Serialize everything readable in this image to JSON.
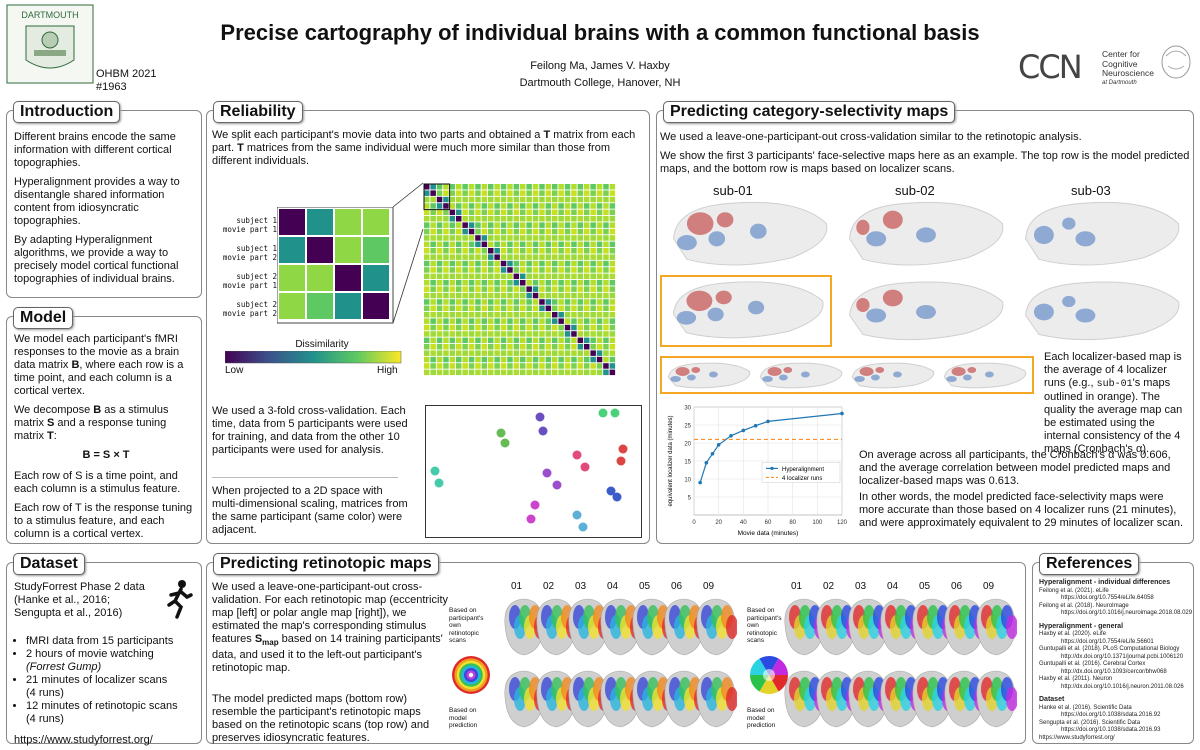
{
  "header": {
    "title": "Precise cartography of individual brains with a common functional basis",
    "authors": "Feilong Ma, James V. Haxby",
    "affiliation": "Dartmouth College, Hanover, NH",
    "conference": "OHBM 2021",
    "poster_id": "#1963",
    "logo_left_text": "DARTMOUTH",
    "logo_right_letters": "CCN",
    "logo_right_text_1": "Center for",
    "logo_right_text_2": "Cognitive",
    "logo_right_text_3": "Neuroscience",
    "logo_right_text_4": "at Dartmouth"
  },
  "introduction": {
    "title": "Introduction",
    "p1": "Different brains encode the same information with different cortical topographies.",
    "p2": "Hyperalignment provides a way to disentangle shared information content from idiosyncratic topographies.",
    "p3": "By adapting Hyperalignment algorithms, we provide a way to precisely model cortical functional topographies of individual brains."
  },
  "model": {
    "title": "Model",
    "p1a": "We model each participant's fMRI responses to the movie as a brain data matrix ",
    "p1b": "B",
    "p1c": ", where each row is a time point, and each column is a cortical vertex.",
    "p2a": "We decompose ",
    "p2b": "B",
    "p2c": " as a stimulus matrix ",
    "p2d": "S",
    "p2e": " and a response tuning matrix ",
    "p2f": "T",
    "p2g": ":",
    "equation": "B = S × T",
    "p3": "Each row of S is a time point, and each column is a stimulus feature.",
    "p4": "Each row of T is the response tuning to a stimulus feature, and each column is a cortical vertex."
  },
  "dataset": {
    "title": "Dataset",
    "p1": "StudyForrest Phase 2 data (Hanke et al., 2016; Sengupta et al., 2016)",
    "bullets": [
      "fMRI data from 15 participants",
      "2 hours of movie watching",
      "(Forrest Gump)",
      "21 minutes of localizer scans",
      "(4 runs)",
      "12 minutes of retinotopic scans",
      "(4 runs)"
    ],
    "url": "https://www.studyforrest.org/"
  },
  "reliability": {
    "title": "Reliability",
    "p1a": "We split each participant's movie data into two parts and obtained a ",
    "p1b": "T",
    "p1c": " matrix from each part. ",
    "p1d": "T",
    "p1e": " matrices from the same individual were much more similar than those from different individuals.",
    "row_labels": [
      "subject 1 movie part 1",
      "subject 1 movie part 2",
      "subject 2 movie part 1",
      "subject 2 movie part 2"
    ],
    "row_labels_l1": [
      "subject 1",
      "subject 1",
      "subject 2",
      "subject 2"
    ],
    "row_labels_l2": [
      "movie part 1",
      "movie part 2",
      "movie part 1",
      "movie part 2"
    ],
    "colorbar_label": "Dissimilarity",
    "colorbar_low": "Low",
    "colorbar_high": "High",
    "p2": "We used a 3-fold cross-validation. Each time, data from 5 participants were used for training, and data from the other 10 participants were used for analysis.",
    "p3": "When projected to a 2D space with multi-dimensional scaling, matrices from the same participant (same color) were adjacent."
  },
  "retinotopic": {
    "title": "Predicting retinotopic maps",
    "p1a": "We used a leave-one-participant-out cross-validation. For each retinotopic map (eccentricity map [left] or polar angle map [right]), we estimated the map's corresponding stimulus features ",
    "p1b": "S",
    "p1c": "map",
    "p1d": " based on 14 training participants' data, and used it to the left-out participant's retinotopic map.",
    "p2": "The model predicted maps (bottom row) resemble the participant's retinotopic maps based on the retinotopic scans (top row) and preserves idiosyncratic features.",
    "subject_ids": [
      "01",
      "02",
      "03",
      "04",
      "05",
      "06",
      "09"
    ],
    "label_top": "Based on participant's own retinotopic scans",
    "label_top_l1": "Based on",
    "label_top_l2": "participant's",
    "label_top_l3": "own",
    "label_top_l4": "retinotopic",
    "label_top_l5": "scans",
    "label_bottom_l1": "Based on",
    "label_bottom_l2": "model",
    "label_bottom_l3": "prediction"
  },
  "category": {
    "title": "Predicting category-selectivity maps",
    "p1": "We used a leave-one-participant-out cross-validation similar to the retinotopic analysis.",
    "p2": "We show the first 3 participants' face-selective maps here as an example. The top row is the model predicted maps, and the bottom row is maps based on localizer scans.",
    "subjects": [
      "sub-01",
      "sub-02",
      "sub-03"
    ],
    "p3a": "Each localizer-based map is the average of 4 localizer runs (e.g., ",
    "p3b": "sub-01",
    "p3c": "'s maps outlined in orange). The quality the average map can be estimated using the internal consistency of the 4 maps (Cronbach's α).",
    "p4": "On average across all participants, the Cronbach's α was 0.606, and the average correlation between model predicted maps and localizer-based maps was 0.613.",
    "p5": "In other words, the model predicted face-selectivity maps were more accurate than those based on 4 localizer runs (21 minutes), and were approximately equivalent to 29 minutes of localizer scan."
  },
  "chart_data": {
    "type": "line",
    "xlabel": "Movie data (minutes)",
    "ylabel": "equivalent localizer data (minutes)",
    "xlim": [
      0,
      120
    ],
    "ylim": [
      0,
      30
    ],
    "xticks": [
      0,
      20,
      40,
      60,
      80,
      100,
      120
    ],
    "yticks": [
      5,
      10,
      15,
      20,
      25,
      30
    ],
    "series": [
      {
        "name": "Hyperalignment",
        "x": [
          5,
          10,
          15,
          20,
          30,
          40,
          50,
          60,
          120
        ],
        "y": [
          9,
          14.5,
          17,
          19.5,
          22,
          23.5,
          24.8,
          26,
          28.2
        ]
      },
      {
        "name": "4 localizer runs",
        "x": [
          0,
          120
        ],
        "y": [
          21,
          21
        ],
        "style": "dashed"
      }
    ],
    "legend_position": "center-right",
    "grid": true
  },
  "references": {
    "title": "References",
    "sec1_title": "Hyperalignment - individual differences",
    "sec1": [
      [
        "Feilong et al. (2021). eLife",
        "https://doi.org/10.7554/eLife.64058"
      ],
      [
        "Feilong et al. (2018). NeuroImage",
        "https://doi.org/10.1016/j.neuroimage.2018.08.029"
      ]
    ],
    "sec2_title": "Hyperalignment - general",
    "sec2": [
      [
        "Haxby et al. (2020). eLife",
        "https://doi.org/10.7554/eLife.56601"
      ],
      [
        "Guntupalli et al. (2018). PLoS Computational Biology",
        "http://dx.doi.org/10.1371/journal.pcbi.1006120"
      ],
      [
        "Guntupalli et al. (2016). Cerebral Cortex",
        "http://dx.doi.org/10.1093/cercor/bhw068"
      ],
      [
        "Haxby et al. (2011). Neuron",
        "http://dx.doi.org/10.1016/j.neuron.2011.08.026"
      ]
    ],
    "sec3_title": "Dataset",
    "sec3": [
      [
        "Hanke et al. (2016). Scientific Data",
        "https://doi.org/10.1038/sdata.2016.92"
      ],
      [
        "Sengupta et al. (2016). Scientific Data",
        "https://doi.org/10.1038/sdata.2016.93"
      ]
    ],
    "url": "https://www.studyforrest.org/"
  },
  "colors": {
    "panel_border": "#888888",
    "orange_outline": "#f5a623",
    "viridis_low": "#440154",
    "viridis_high": "#fde725",
    "line_color": "#1f77b4",
    "dash_color": "#ff7f0e"
  }
}
